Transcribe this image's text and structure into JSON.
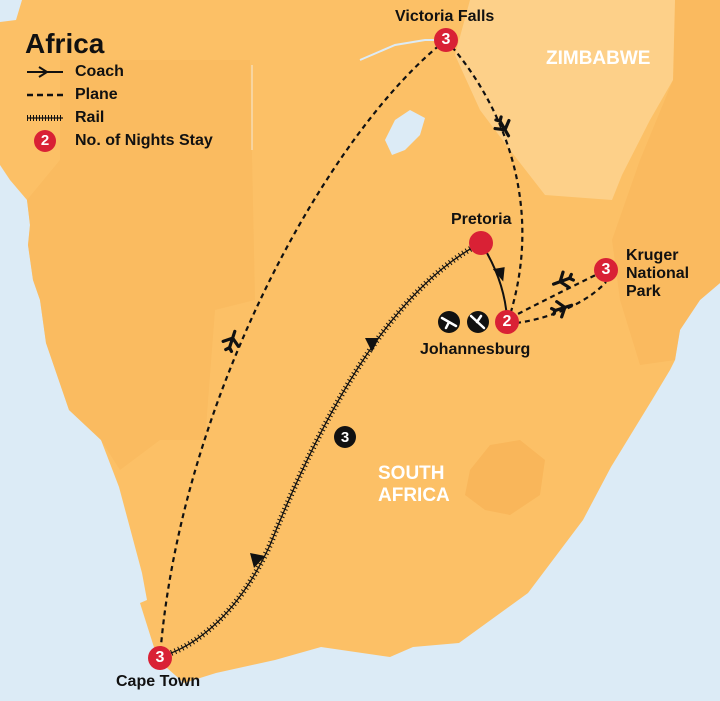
{
  "legend": {
    "title": "Africa",
    "items": [
      {
        "symbol": "coach-line",
        "label": "Coach"
      },
      {
        "symbol": "plane-line",
        "label": "Plane"
      },
      {
        "symbol": "rail-line",
        "label": "Rail"
      },
      {
        "symbol": "nights-badge",
        "badge": "2",
        "label": "No. of Nights Stay"
      }
    ]
  },
  "countries": {
    "zimbabwe": "ZIMBABWE",
    "south_africa_1": "SOUTH",
    "south_africa_2": "AFRICA"
  },
  "stops": {
    "victoria_falls": {
      "name": "Victoria Falls",
      "nights": "3"
    },
    "pretoria": {
      "name": "Pretoria"
    },
    "johannesburg": {
      "name": "Johannesburg",
      "nights": "2"
    },
    "kruger": {
      "name_1": "Kruger",
      "name_2": "National",
      "name_3": "Park",
      "nights": "3"
    },
    "cape_town": {
      "name": "Cape Town",
      "nights": "3"
    }
  },
  "rail_nights": "3",
  "colors": {
    "sea": "#dcebf6",
    "land": "#fcc066",
    "zimbabwe": "#fdd089",
    "stop": "#d92135",
    "route": "#111111"
  }
}
